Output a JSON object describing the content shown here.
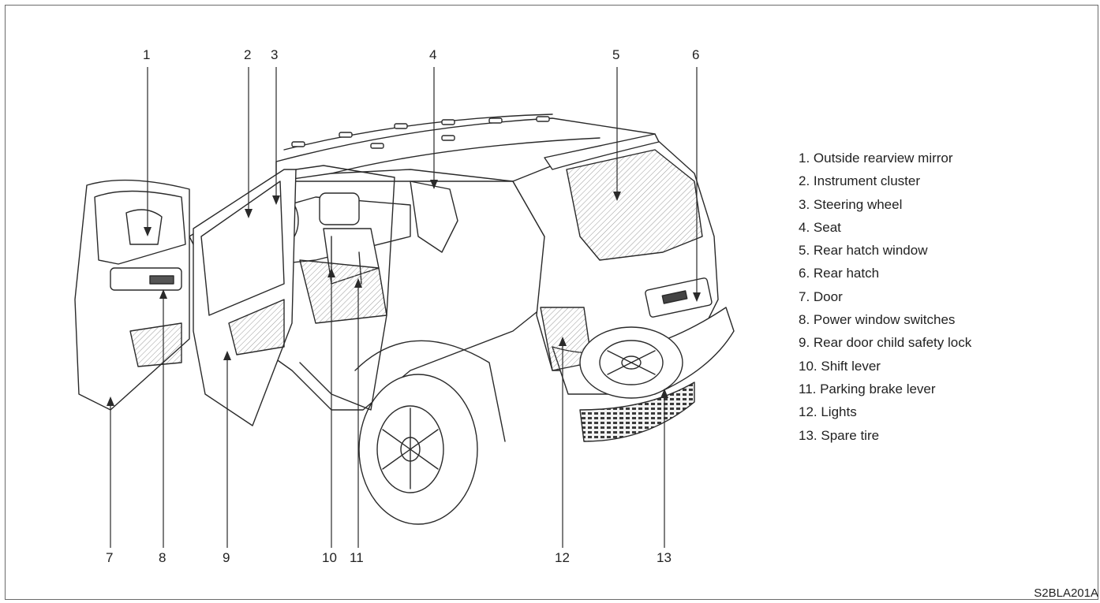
{
  "diagram": {
    "callouts": [
      {
        "n": "1",
        "label": "Outside rearview mirror"
      },
      {
        "n": "2",
        "label": "Instrument cluster"
      },
      {
        "n": "3",
        "label": "Steering wheel"
      },
      {
        "n": "4",
        "label": "Seat"
      },
      {
        "n": "5",
        "label": "Rear hatch window"
      },
      {
        "n": "6",
        "label": "Rear hatch"
      },
      {
        "n": "7",
        "label": "Door"
      },
      {
        "n": "8",
        "label": "Power window switches"
      },
      {
        "n": "9",
        "label": "Rear door child safety lock"
      },
      {
        "n": "10",
        "label": "Shift lever"
      },
      {
        "n": "11",
        "label": "Parking brake lever"
      },
      {
        "n": "12",
        "label": "Lights"
      },
      {
        "n": "13",
        "label": "Spare tire"
      }
    ],
    "legend": [
      "1. Outside rearview mirror",
      "2. Instrument cluster",
      "3. Steering wheel",
      "4. Seat",
      "5. Rear hatch window",
      "6. Rear hatch",
      "7. Door",
      "8. Power window switches",
      "9. Rear door child safety lock",
      "10. Shift lever",
      "11. Parking brake lever",
      "12. Lights",
      "13. Spare tire"
    ],
    "figure_code": "S2BLA201A"
  }
}
